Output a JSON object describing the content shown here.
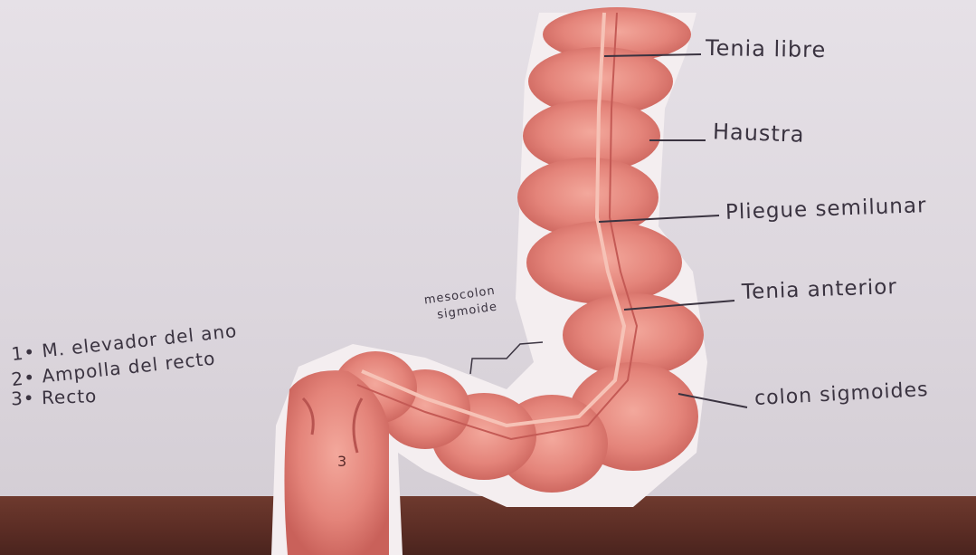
{
  "labels": {
    "tenia_libre": "Tenia libre",
    "haustra": "Haustra",
    "pliegue_semilunar": "Pliegue semilunar",
    "tenia_anterior": "Tenia anterior",
    "colon_sigmoides": "colon sigmoides",
    "mesocolon_line1": "mesocolon",
    "mesocolon_line2": "sigmoide"
  },
  "legend": [
    {
      "num": "1•",
      "text": "M. elevador del ano"
    },
    {
      "num": "2•",
      "text": "Ampolla del recto"
    },
    {
      "num": "3•",
      "text": "Recto"
    }
  ],
  "marker_3": "3",
  "colors": {
    "colon_fill": "#e48478",
    "colon_dark": "#c4605a",
    "colon_light": "#f2a79b",
    "paper": "#e0dae0",
    "table": "#5a2c24",
    "ink": "#3a3340"
  }
}
